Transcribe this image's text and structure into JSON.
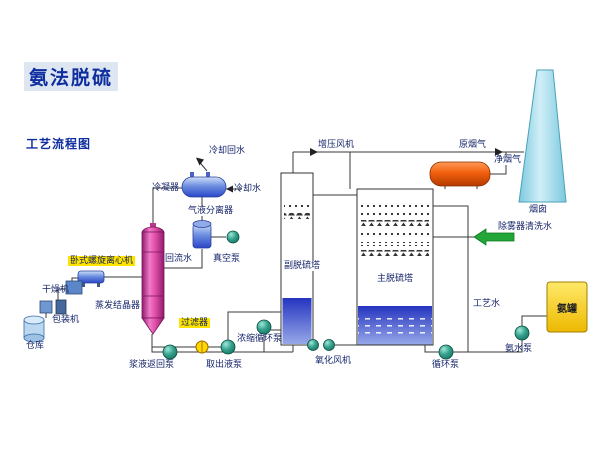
{
  "page": {
    "title": "氨法脱硫",
    "subtitle": "工艺流程图"
  },
  "labels": {
    "cooling_return_water": "冷却回水",
    "condenser": "冷凝器",
    "cooling_water": "冷却水",
    "gas_liquid_separator": "气液分离器",
    "reflux_water": "回流水",
    "vacuum_pump": "真空泵",
    "evaporation_crystallizer": "蒸发结晶器",
    "horizontal_screw_centrifuge": "卧式螺旋离心机",
    "dryer": "干燥机",
    "packing_machine": "包装机",
    "warehouse": "仓库",
    "slurry_return_pump": "浆液返回泵",
    "filter": "过滤器",
    "extraction_pump": "取出液泵",
    "aux_desulfurization_tower": "副脱硫塔",
    "concentration_circulation_pump": "浓缩循环泵",
    "oxidation_fan": "氧化风机",
    "main_desulfurization_tower": "主脱硫塔",
    "circulation_pump": "循环泵",
    "booster_fan": "增压风机",
    "raw_flue_gas": "原烟气",
    "clean_flue_gas": "净烟气",
    "chimney": "烟囱",
    "demister_wash_water": "除雾器清洗水",
    "process_water": "工艺水",
    "ammonia_tank": "氨罐",
    "ammonia_pump": "氨水泵"
  },
  "colors": {
    "accent_blue": "#0e2ea0",
    "vessel_blue": "#3b5bd6",
    "tower_liquid_blue": "#2535c0",
    "crystallizer_magenta": "#c2328e",
    "chimney_cyan": "#a5dff0",
    "heater_orange": "#e8571a",
    "highlight_yellow": "#ffe400",
    "ammonia_tank_yellow": "#ffd92e",
    "pump_teal": "#2e9c8a",
    "wash_water_green": "#23a637"
  }
}
